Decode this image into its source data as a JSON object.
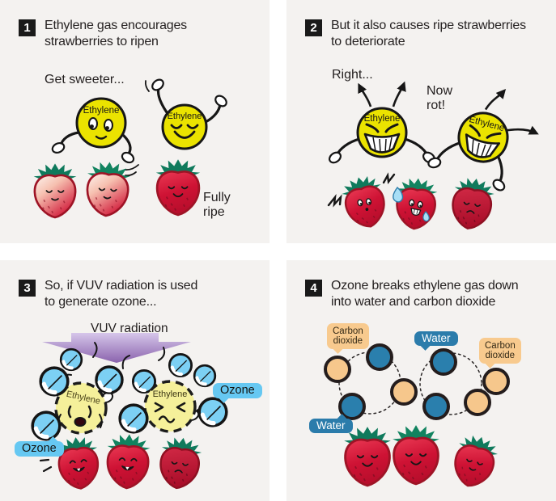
{
  "colors": {
    "panel_bg": "#f4f2f0",
    "badge_bg": "#1a1a1a",
    "ethylene_yellow": "#ebe300",
    "ethylene_pale": "#f5f09a",
    "strawberry_red": "#ce1234",
    "strawberry_outline": "#9e1426",
    "leaf_green": "#0f7a5c",
    "ozone_blue": "#7cd0f4",
    "ozone_bubble": "#66c8f2",
    "water_blue": "#2b7cab",
    "co2_orange": "#f6c78c",
    "co2_bubble": "#f8ca8e",
    "arrow_purple": "#8a63ad"
  },
  "panels": [
    {
      "number": "1",
      "title": "Ethylene gas encourages strawberries to ripen",
      "caption": "Get sweeter...",
      "ethylene_label": "Ethylene",
      "fully_ripe_label": "Fully\nripe"
    },
    {
      "number": "2",
      "title": "But it also causes ripe strawberries to deteriorate",
      "caption": "Right...",
      "caption2": "Now\nrot!",
      "ethylene_label": "Ethylene"
    },
    {
      "number": "3",
      "title": "So, if VUV radiation is used to generate ozone...",
      "arrow_label": "VUV radiation",
      "ethylene_label": "Ethylene",
      "ozone_label": "Ozone"
    },
    {
      "number": "4",
      "title": "Ozone breaks ethylene gas down into water and carbon dioxide",
      "water_label": "Water",
      "carbon_dioxide_label": "Carbon\ndioxide"
    }
  ]
}
